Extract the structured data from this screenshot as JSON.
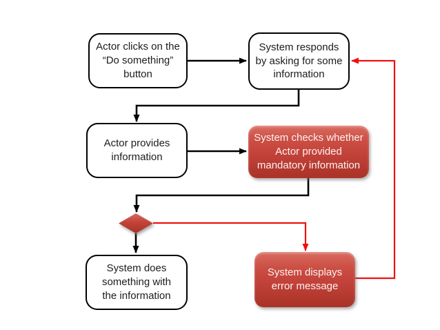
{
  "diagram": {
    "type": "flowchart",
    "background": "#ffffff",
    "colors": {
      "shape_white_fill": "#ffffff",
      "shape_border_black": "#000000",
      "shape_red_top": "#d96b60",
      "shape_red_bottom": "#a93226",
      "connector_black": "#000000",
      "connector_red": "#ee1010",
      "text_dark": "#1c1c1c",
      "text_light": "#faf3f1"
    },
    "nodes": [
      {
        "id": "actor-clicks",
        "kind": "process",
        "fill": "white",
        "text": "Actor clicks on the\n“Do something”\nbutton"
      },
      {
        "id": "system-responds",
        "kind": "process",
        "fill": "white",
        "text": "System responds\nby asking for some\ninformation"
      },
      {
        "id": "actor-provides",
        "kind": "process",
        "fill": "white",
        "text": "Actor provides\ninformation"
      },
      {
        "id": "system-checks",
        "kind": "process",
        "fill": "red",
        "text": "System checks whether\nActor provided\nmandatory information"
      },
      {
        "id": "system-does",
        "kind": "process",
        "fill": "white",
        "text": "System does\nsomething with\nthe information"
      },
      {
        "id": "system-displays-error",
        "kind": "process",
        "fill": "red",
        "text": "System displays\nerror message"
      }
    ],
    "decision": {
      "id": "mandatory-info-decision",
      "kind": "decision",
      "fill": "red",
      "text": ""
    },
    "edges": [
      {
        "from": "actor-clicks",
        "to": "system-responds",
        "color": "black"
      },
      {
        "from": "system-responds",
        "to": "actor-provides",
        "color": "black"
      },
      {
        "from": "actor-provides",
        "to": "system-checks",
        "color": "black"
      },
      {
        "from": "system-checks",
        "to": "mandatory-info-decision",
        "color": "black"
      },
      {
        "from": "mandatory-info-decision",
        "to": "system-does",
        "color": "black"
      },
      {
        "from": "mandatory-info-decision",
        "to": "system-displays-error",
        "color": "red"
      },
      {
        "from": "system-displays-error",
        "to": "system-responds",
        "color": "red"
      }
    ]
  }
}
